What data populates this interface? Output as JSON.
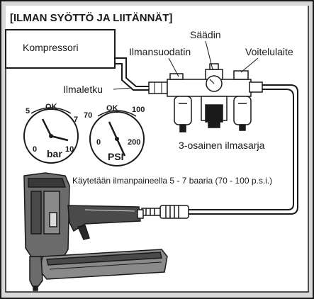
{
  "title": "[ILMAN SYÖTTÖ JA LIITÄNNÄT]",
  "compressor_label": "Kompressori",
  "labels": {
    "regulator": "Säädin",
    "filter": "Ilmansuodatin",
    "lubricator": "Voitelulaite",
    "hose": "Ilmaletku",
    "fru": "3-osainen ilmasarja",
    "pressure_note": "Käytetään ilmanpaineella 5 - 7 baaria (70 - 100 p.s.i.)"
  },
  "gauge_bar": {
    "unit": "bar",
    "ok": "OK",
    "tick_5": "5",
    "tick_7": "7",
    "tick_0": "0",
    "tick_10": "10"
  },
  "gauge_psi": {
    "unit": "PSI",
    "ok": "OK",
    "tick_70": "70",
    "tick_100": "100",
    "tick_0": "0",
    "tick_200": "200"
  },
  "colors": {
    "ink": "#1a1a1a",
    "frame_fill": "#d9d9d9",
    "paper": "#ffffff"
  }
}
